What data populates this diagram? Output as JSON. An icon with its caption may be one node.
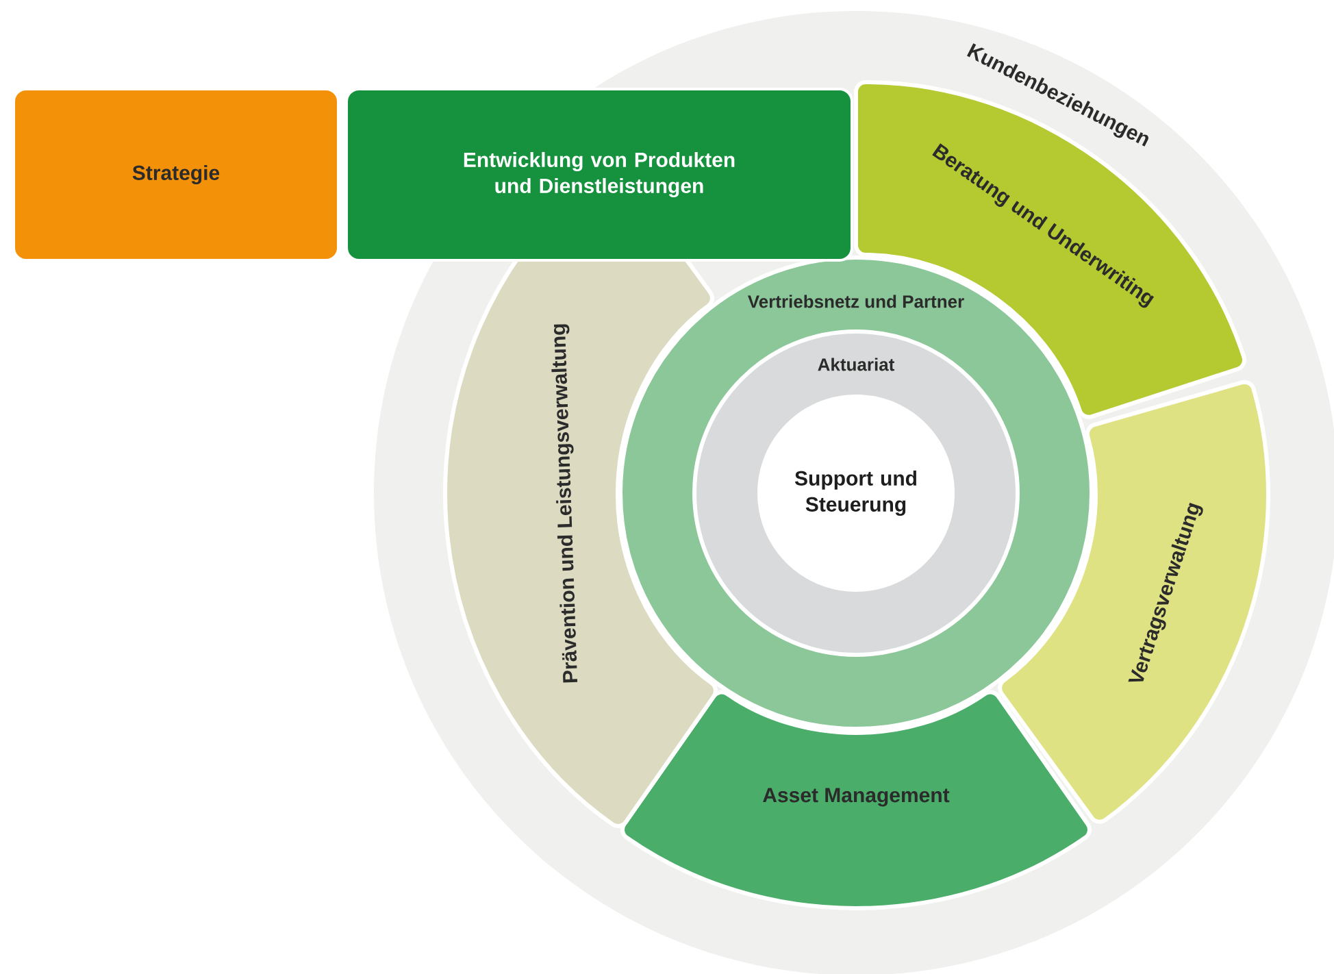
{
  "diagram": {
    "nodes": [
      {
        "text": [
          "Kundenbeziehungen"
        ]
      },
      {
        "text": [
          "Strategie"
        ]
      },
      {
        "text": [
          "Entwicklung von Produkten und Dienstleistungen"
        ]
      },
      {
        "text": [
          "Beratung und Underwriting"
        ],
        "in": 0
      },
      {
        "text": [
          "Vertragsverwaltung"
        ],
        "in": 0
      },
      {
        "text": [
          "Asset Management"
        ],
        "in": 0
      },
      {
        "text": [
          "Prävention und Leistungsverwaltung"
        ],
        "in": 0
      },
      {
        "text": [
          "Vertriebsnetz und Partner"
        ],
        "in": 0
      },
      {
        "text": [
          "Aktuariat"
        ],
        "in": 7
      },
      {
        "text": [
          "Support und Steuerung"
        ],
        "in": 8
      }
    ]
  }
}
